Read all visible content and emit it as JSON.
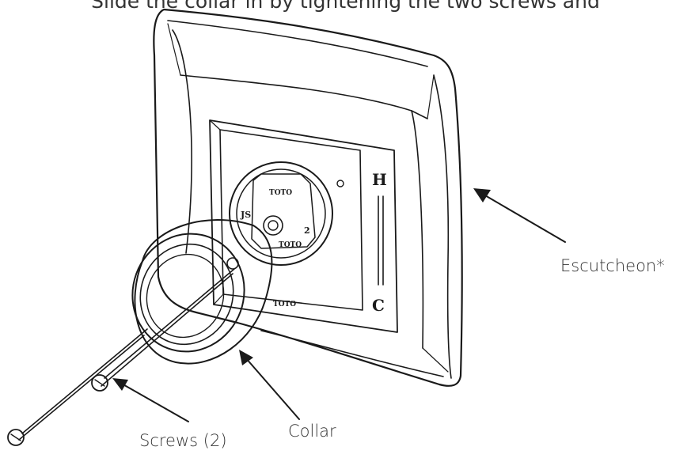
{
  "header_text": "Slide the collar in by tightening the two screws and",
  "labels": {
    "escutcheon": "Escutcheon*",
    "collar": "Collar",
    "screws": "Screws (2)"
  },
  "valve_markings": {
    "hot": "H",
    "cold": "C",
    "brand": "TOTO",
    "brand_cartridge": "TOTO",
    "cartridge_bottom": "TOTO",
    "left_mark": "JS",
    "right_mark": "2"
  },
  "colors": {
    "ink": "#1a1a1a",
    "label_text": "#333333",
    "background": "#ffffff"
  }
}
